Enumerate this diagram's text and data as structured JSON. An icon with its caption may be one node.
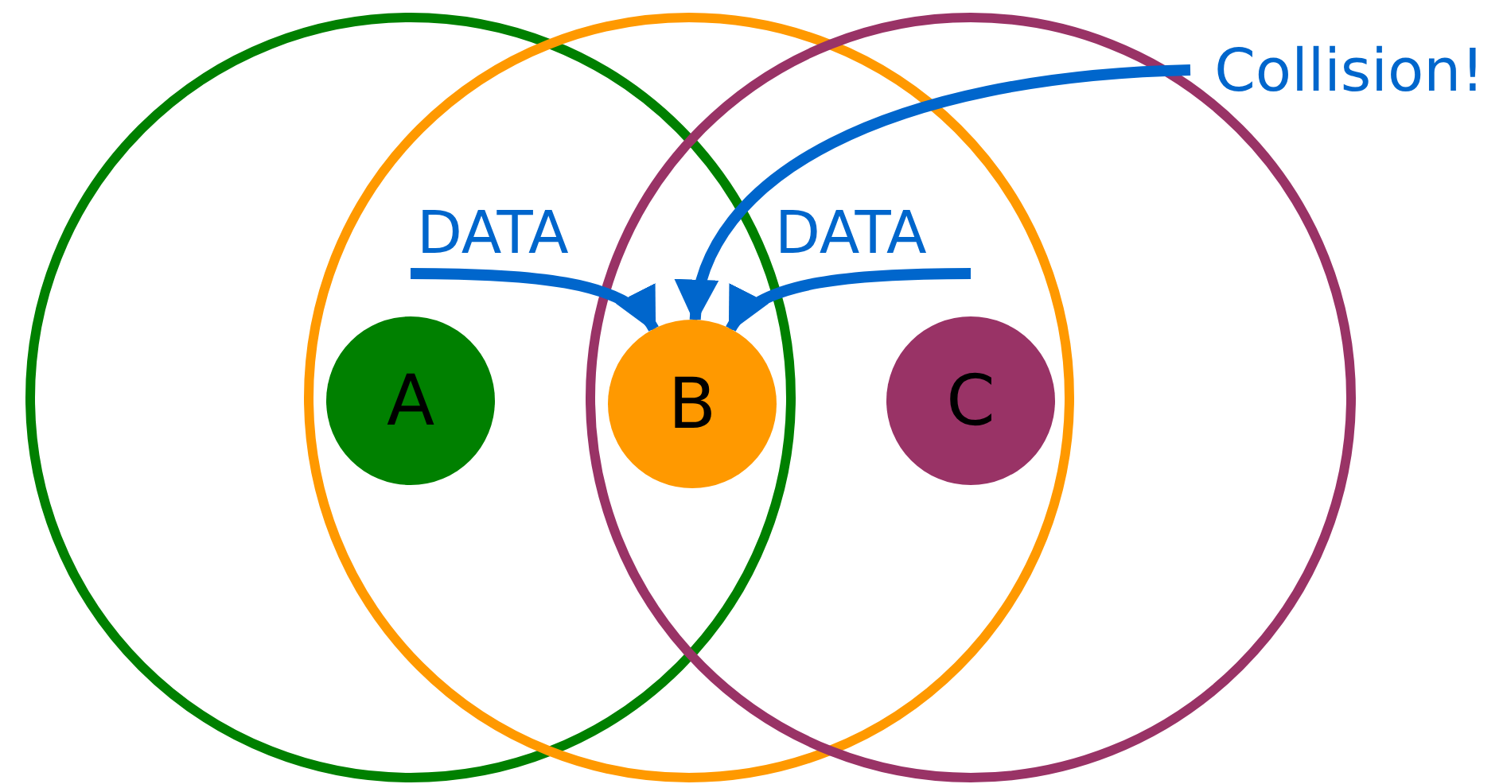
{
  "diagram": {
    "nodes": [
      {
        "text": [
          "A"
        ]
      },
      {
        "text": [
          "B"
        ]
      },
      {
        "text": [
          "C"
        ]
      },
      {
        "text": [
          "Collision!"
        ]
      }
    ],
    "edges": [
      {
        "from": null,
        "to": 1,
        "arrow": "to",
        "label": "DATA"
      },
      {
        "from": null,
        "to": 1,
        "arrow": "to",
        "label": "DATA"
      },
      {
        "from": 3,
        "to": 1,
        "arrow": "to"
      }
    ]
  }
}
